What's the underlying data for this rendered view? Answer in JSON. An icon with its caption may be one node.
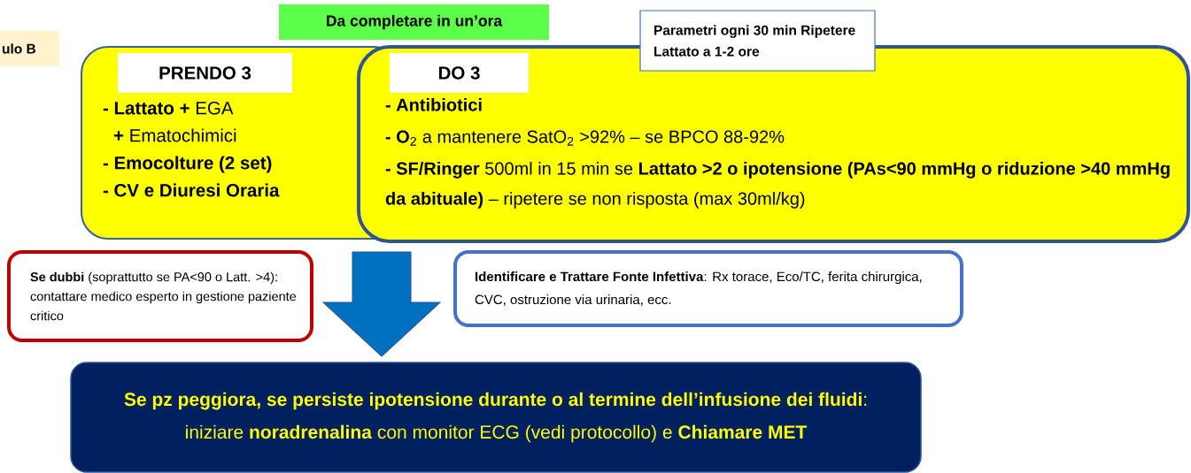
{
  "diagram": {
    "nodes": [
      {
        "text": [
          "ulo B"
        ]
      },
      {
        "text": [
          "Da completare in un’ora"
        ]
      },
      {
        "text": [
          "Parametri ogni 30 min Ripetere Lattato a 1-2 ore"
        ]
      },
      {
        "text": [
          "**- Lattato +** EGA",
          "**+** Ematochimici",
          "**- Emocolture (2 set)**",
          "**- CV e Diuresi Oraria**"
        ]
      },
      {
        "text": [
          "PRENDO 3"
        ],
        "in": 3
      },
      {
        "text": [
          "**- Antibiotici**",
          "**- O**$_{2}$ a mantenere SatO$_{2}$ >92% – se BPCO 88-92%",
          "**- SF/Ringer** 500ml in 15 min se **Lattato >2 o ipotensione (PAs<90 mmHg o riduzione >40 mmHg da abituale)** – ripetere se non risposta (max 30ml/kg)"
        ]
      },
      {
        "text": [
          "DO 3"
        ],
        "in": 5
      },
      {
        "text": [
          "**Se dubbi** (soprattutto se PA<90 o Latt. >4): contattare medico esperto in gestione paziente critico"
        ]
      },
      {
        "text": [
          "**Identificare e Trattare Fonte Infettiva**: Rx torace, Eco/TC, ferita chirurgica, CVC, ostruzione via urinaria, ecc."
        ]
      },
      {
        "text": [
          "**Se pz peggiora, se persiste ipotensione durante o al termine dell’infusione dei fluidi**: iniziare **noradrenalina** con monitor ECG (vedi protocollo) e **Chiamare MET**"
        ]
      }
    ],
    "edges": [
      {
        "from": 3,
        "to": 9,
        "arrow": "to"
      }
    ]
  }
}
